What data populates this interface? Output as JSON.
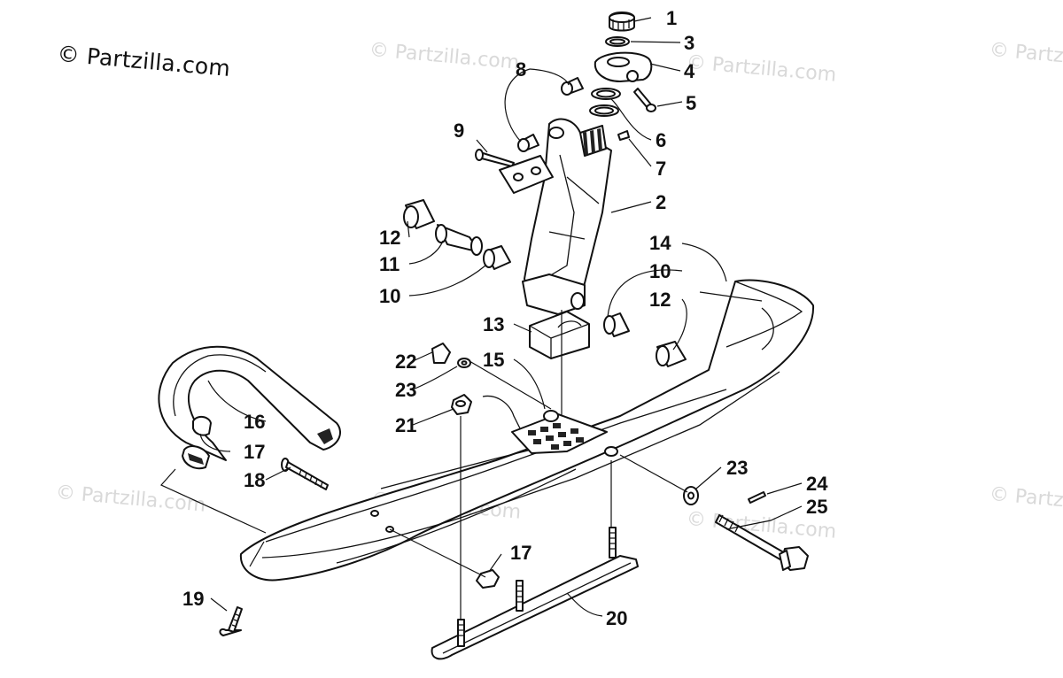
{
  "copyright": "© Partzilla.com",
  "watermark": "© Partzilla.com",
  "callouts": {
    "c1": "1",
    "c2": "2",
    "c3": "3",
    "c4": "4",
    "c5": "5",
    "c6": "6",
    "c7": "7",
    "c8": "8",
    "c9": "9",
    "c10a": "10",
    "c10b": "10",
    "c11": "11",
    "c12a": "12",
    "c12b": "12",
    "c13": "13",
    "c14": "14",
    "c15": "15",
    "c16": "16",
    "c17a": "17",
    "c17b": "17",
    "c18": "18",
    "c19": "19",
    "c20": "20",
    "c21": "21",
    "c22": "22",
    "c23a": "23",
    "c23b": "23",
    "c24": "24",
    "c25": "25"
  }
}
